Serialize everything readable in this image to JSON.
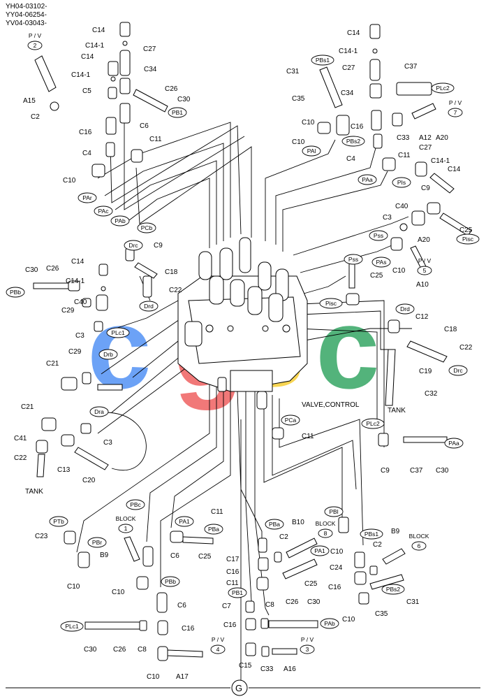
{
  "header": {
    "lines": [
      "YH04-03102-",
      "YY04-06254-",
      "YV04-03043-"
    ]
  },
  "caption": "VALVE,CONTROL",
  "footer_letter": "G",
  "watermark": {
    "letters": [
      "c",
      "g",
      "s",
      "c"
    ],
    "colors": [
      "#4d8ef5",
      "#ef5b5b",
      "#f6cc2e",
      "#2ea35f"
    ]
  },
  "labels": [
    "C14",
    "C14-1",
    "C27",
    "C14",
    "C14-1",
    "C34",
    "C5",
    "C26",
    "C30",
    "C6",
    "C16",
    "C11",
    "C4",
    "C10",
    "A15",
    "C2",
    "C14",
    "C14-1",
    "C31",
    "C27",
    "C37",
    "C35",
    "C34",
    "C10",
    "C16",
    "C33",
    "A12",
    "A20",
    "C10",
    "C4",
    "C11",
    "C27",
    "C14-1",
    "C14",
    "C9",
    "C40",
    "C3",
    "C25",
    "A20",
    "C10",
    "A10",
    "C25",
    "C9",
    "C18",
    "C22",
    "C30",
    "C26",
    "C14",
    "C14-1",
    "C29",
    "C40",
    "C3",
    "C21",
    "C29",
    "C12",
    "C18",
    "C22",
    "C19",
    "C32",
    "TANK",
    "C21",
    "C41",
    "C22",
    "C13",
    "C20",
    "C3",
    "TANK",
    "C11",
    "C9",
    "C37",
    "C30",
    "C23",
    "C10",
    "B9",
    "C10",
    "C11",
    "C25",
    "C6",
    "C6",
    "C17",
    "C16",
    "C11",
    "C7",
    "C16",
    "C15",
    "B10",
    "C2",
    "C25",
    "C8",
    "C26",
    "C30",
    "C33",
    "A16",
    "C10",
    "C24",
    "C16",
    "B9",
    "C2",
    "C35",
    "C10",
    "C31",
    "C30",
    "C26",
    "C8",
    "C16",
    "C10",
    "A17"
  ],
  "ovals": [
    "PB1",
    "PBs1",
    "PLc2",
    "PAl",
    "PBs2",
    "PAr",
    "PAc",
    "PAb",
    "PCb",
    "PAa",
    "PIs",
    "Pss",
    "PAs",
    "Pisc",
    "Drc",
    "Drd",
    "PBb",
    "Pss",
    "Pisc",
    "PLc1",
    "Drb",
    "Drd",
    "Drc",
    "Dra",
    "PCa",
    "PLc2",
    "PAa",
    "PTb",
    "PBc",
    "PA1",
    "PBa",
    "PBr",
    "PBa",
    "PBl",
    "PBs1",
    "PA1",
    "PBb",
    "PBs2",
    "PB1",
    "PAb",
    "PLc1"
  ],
  "pv_tags": [
    {
      "label": "P / V",
      "num": "2"
    },
    {
      "label": "P / V",
      "num": "7"
    },
    {
      "label": "P / V",
      "num": "5"
    },
    {
      "label": "P / V",
      "num": "4"
    },
    {
      "label": "P / V",
      "num": "3"
    }
  ],
  "block_tags": [
    {
      "label": "BLOCK",
      "num": "1"
    },
    {
      "label": "BLOCK",
      "num": "8"
    },
    {
      "label": "BLOCK",
      "num": "6"
    }
  ]
}
